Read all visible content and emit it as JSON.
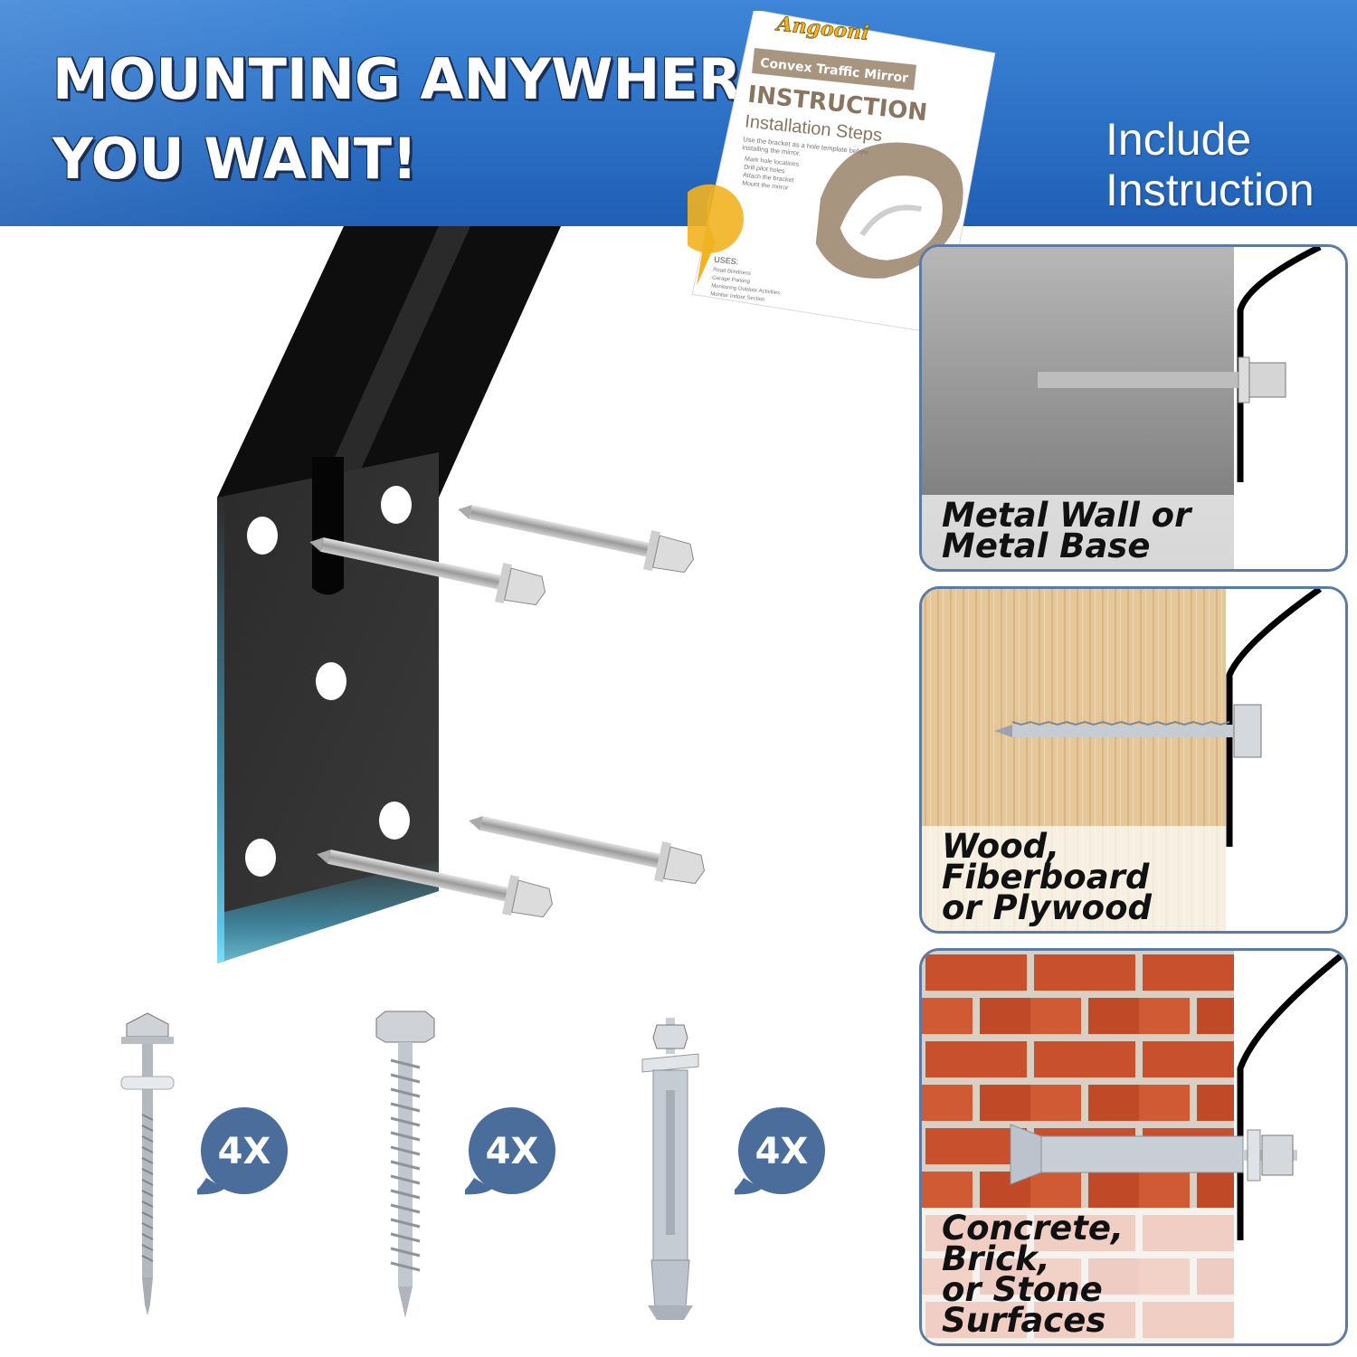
{
  "banner": {
    "headline_lines": [
      "MOUNTING ANYWHERE",
      "YOU WANT!"
    ],
    "include_lines": [
      "Include",
      "Instruction"
    ]
  },
  "booklet": {
    "brand": "Angooni",
    "product": "Convex Traffic Mirror",
    "heading": "INSTRUCTION",
    "subheading": "Installation Steps",
    "intro_lines": [
      "Use the bracket as a hole template before",
      "installing the mirror."
    ],
    "steps": [
      "Mark hole locations",
      "Drill pilot holes",
      "Attach the bracket",
      "Mount the mirror"
    ],
    "uses_label": "USES:",
    "uses": [
      "Road Blindness",
      "Garage Parking",
      "Monitoring Outdoor Activities",
      "Monitor Indoor Section"
    ]
  },
  "surfaces": [
    {
      "caption_lines": [
        "Metal Wall or",
        "Metal Base"
      ]
    },
    {
      "caption_lines": [
        "Wood, Fiberboard",
        "or Plywood"
      ]
    },
    {
      "caption_lines": [
        "Concrete, Brick,",
        "or Stone Surfaces"
      ]
    }
  ],
  "fasteners": [
    {
      "type": "self-drilling hex washer screw",
      "quantity": "4X"
    },
    {
      "type": "hex lag screw",
      "quantity": "4X"
    },
    {
      "type": "expansion anchor bolt",
      "quantity": "4X"
    }
  ],
  "colors": {
    "banner": "#2f74c8",
    "badge": "#4a6d9c",
    "panel_border": "#5b7ba4",
    "bracket": "#111111"
  }
}
